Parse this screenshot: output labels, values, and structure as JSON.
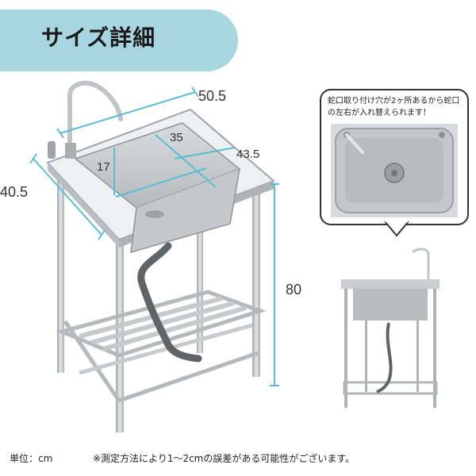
{
  "title": "サイズ詳細",
  "dimensions": {
    "width": "50.5",
    "depth": "40.5",
    "basin_width": "35",
    "basin_depth": "43.5",
    "basin_height": "17",
    "height": "80"
  },
  "inset_note": "蛇口取り付け穴が2ヶ所あるから蛇口の左右が入れ替えられます！",
  "footer": {
    "unit": "単位：cm",
    "note": "※測定方法により1～2cmの誤差がある可能性がございます。"
  },
  "colors": {
    "title_band": "#a7d6e1",
    "dimension_line": "#5bbcd6",
    "steel": "#c9cdd0"
  }
}
